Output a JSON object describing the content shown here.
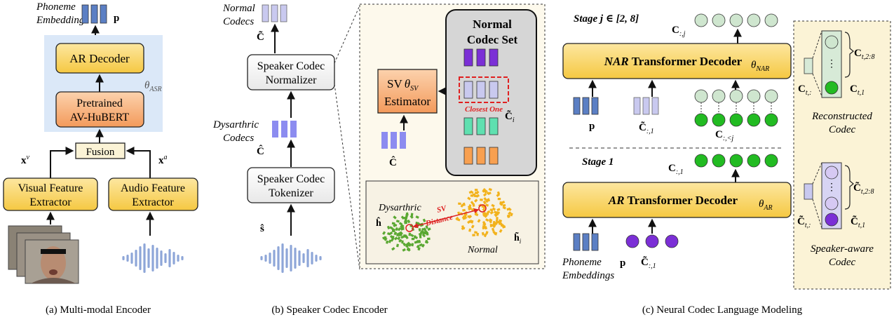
{
  "panel_a": {
    "caption": "(a) Multi-modal Encoder",
    "phoneme_label_line1": "Phoneme",
    "phoneme_label_line2": "Embeddings",
    "p_symbol": "p",
    "ar_decoder": "AR Decoder",
    "pretrained_line1": "Pretrained",
    "pretrained_line2": "AV-HuBERT",
    "theta": "θ",
    "theta_sub": "ASR",
    "fusion": "Fusion",
    "xv": "x",
    "xv_sup": "v",
    "xa": "x",
    "xa_sup": "a",
    "visual_line1": "Visual Feature",
    "visual_line2": "Extractor",
    "audio_line1": "Audio Feature",
    "audio_line2": "Extractor"
  },
  "panel_b": {
    "caption": "(b) Speaker Codec Encoder",
    "normal_codecs_line1": "Normal",
    "normal_codecs_line2": "Codecs",
    "c_tilde": "C̃",
    "normalizer_line1": "Speaker Codec",
    "normalizer_line2": "Normalizer",
    "dysarthric_codecs_line1": "Dysarthric",
    "dysarthric_codecs_line2": "Codecs",
    "c_hat": "Ĉ",
    "tokenizer_line1": "Speaker Codec",
    "tokenizer_line2": "Tokenizer",
    "s_hat": "ŝ",
    "sv_line1": "SV",
    "sv_theta": "θ",
    "sv_theta_sub": "SV",
    "sv_line2": "Estimator",
    "normal_set_line1": "Normal",
    "normal_set_line2": "Codec Set",
    "closest_one": "Closest One",
    "c_tilde_i": "C̃",
    "c_tilde_i_sub": "i",
    "c_hat_inner": "Ĉ",
    "dysarthric_word": "Dysarthric",
    "h_hat": "ĥ",
    "sv_distance_line1": "SV",
    "sv_distance_line2": "Distance",
    "normal_word": "Normal",
    "h_tilde_i": "h̃",
    "h_tilde_i_sub": "i"
  },
  "panel_c": {
    "caption": "(c) Neural Codec Language Modeling",
    "stage_j": "Stage j ∈ [2, 8]",
    "c_j": "C",
    "c_j_sub": ":,j",
    "nar_decoder_italic": "NAR",
    "nar_decoder_rest": " Transformer Decoder",
    "theta_nar": "θ",
    "theta_nar_sub": "NAR",
    "p1": "p",
    "c_tilde_1": "C̃",
    "c_tilde_1_sub": ":,1",
    "c_lt_j": "C",
    "c_lt_j_sub": ":,<j",
    "stage_1": "Stage 1",
    "c_1": "C",
    "c_1_sub": ":,1",
    "ar_decoder_italic": "AR",
    "ar_decoder_rest": " Transformer Decoder",
    "theta_ar": "θ",
    "theta_ar_sub": "AR",
    "phoneme_line1": "Phoneme",
    "phoneme_line2": "Embeddings",
    "p2": "p",
    "c_tilde_1b": "C̃",
    "c_tilde_1b_sub": ":,1",
    "recon_c_t28": "C",
    "recon_c_t28_sub": "t,2:8",
    "recon_c_t": "C",
    "recon_c_t_sub": "t,:",
    "recon_c_t1": "C",
    "recon_c_t1_sub": "t,1",
    "reconstructed_line1": "Reconstructed",
    "reconstructed_line2": "Codec",
    "spk_c_t28": "C̃",
    "spk_c_t28_sub": "t,2:8",
    "spk_c_t": "C̃",
    "spk_c_t_sub": "t,:",
    "spk_c_t1": "C̃",
    "spk_c_t1_sub": "t,1",
    "speaker_aware_line1": "Speaker-aware",
    "speaker_aware_line2": "Codec"
  },
  "colors": {
    "blue_box": "#5b7fc4",
    "light_purple": "#c9c9ef",
    "purple": "#7b2fd6",
    "green": "#22bb22",
    "light_green": "#cfe6cf",
    "yellow": "#f7d56a",
    "orange": "#f8b27a",
    "teal": "#5fe0b0",
    "light_blue_bg": "#dbe8f8",
    "cream": "#fbf3d6",
    "grey_panel": "#d6d6d6"
  }
}
